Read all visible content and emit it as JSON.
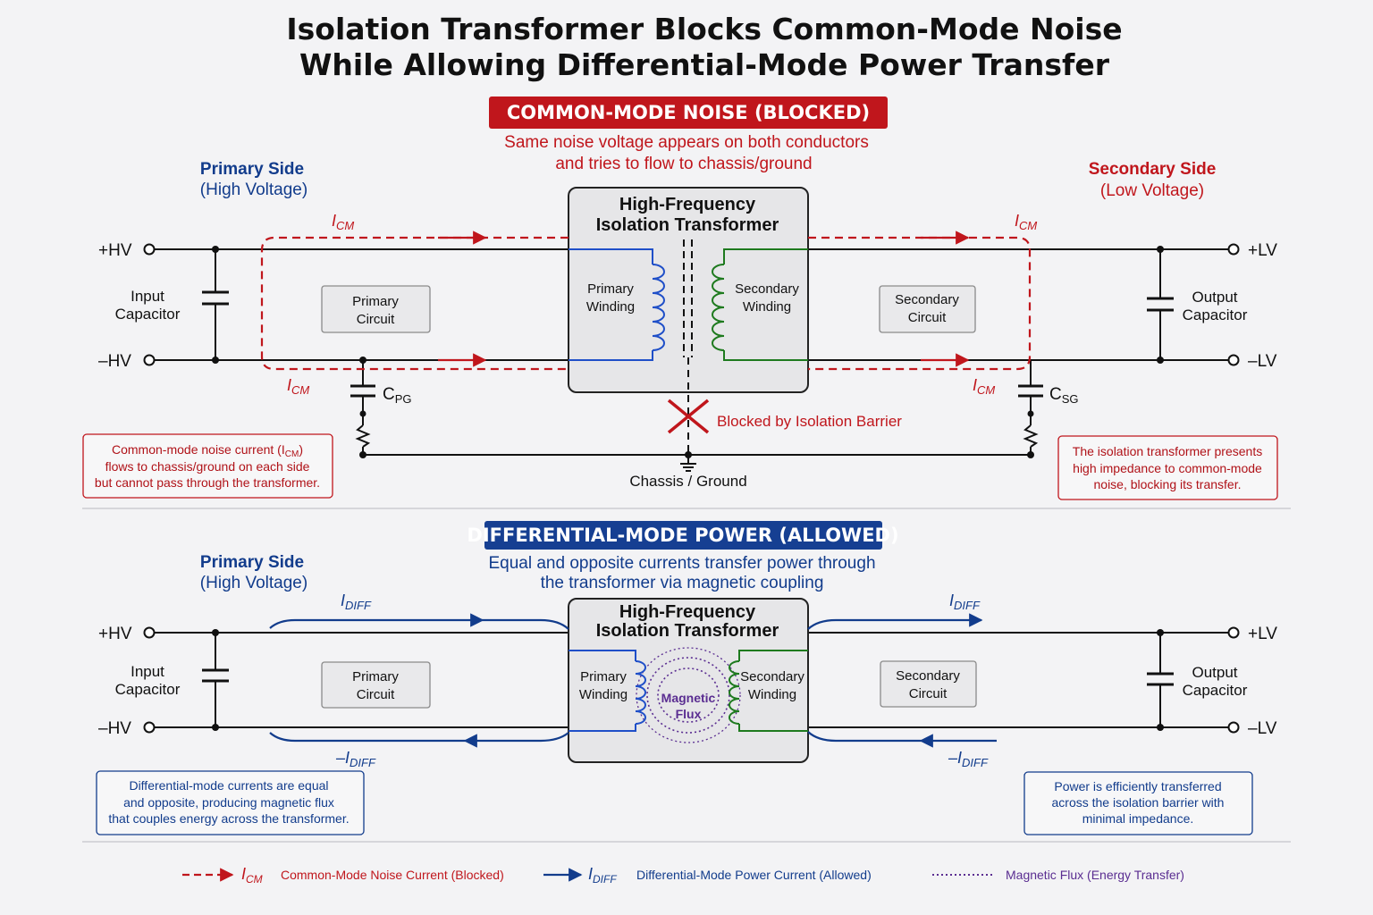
{
  "title_line1": "Isolation Transformer Blocks Common-Mode Noise",
  "title_line2": "While Allowing Differential-Mode Power Transfer",
  "cm": {
    "badge": "COMMON-MODE NOISE (BLOCKED)",
    "desc1": "Same noise voltage appears on both conductors",
    "desc2": "and tries to flow to chassis/ground",
    "primary_side": "Primary Side",
    "primary_sub": "(High Voltage)",
    "secondary_side": "Secondary Side",
    "secondary_sub": "(Low Voltage)",
    "xfmr_l1": "High-Frequency",
    "xfmr_l2": "Isolation Transformer",
    "prim_w1": "Primary",
    "prim_w2": "Winding",
    "sec_w1": "Secondary",
    "sec_w2": "Winding",
    "hv_plus": "+HV",
    "hv_minus": "–HV",
    "lv_plus": "+LV",
    "lv_minus": "–LV",
    "in_cap1": "Input",
    "in_cap2": "Capacitor",
    "out_cap1": "Output",
    "out_cap2": "Capacitor",
    "prim_circ1": "Primary",
    "prim_circ2": "Circuit",
    "sec_circ1": "Secondary",
    "sec_circ2": "Circuit",
    "i_main": "I",
    "i_sub": "CM",
    "cpg_main": "C",
    "cpg_sub": "PG",
    "csg_main": "C",
    "csg_sub": "SG",
    "blocked": "Blocked by Isolation Barrier",
    "ground": "Chassis / Ground",
    "note_left1a": "Common-mode noise current (I",
    "note_left1b": "CM",
    "note_left1c": ")",
    "note_left2": "flows to chassis/ground on each side",
    "note_left3": "but cannot pass through the transformer.",
    "note_right1": "The isolation transformer presents",
    "note_right2": "high impedance to common-mode",
    "note_right3": "noise, blocking its transfer."
  },
  "dm": {
    "badge": "DIFFERENTIAL-MODE POWER (ALLOWED)",
    "desc1": "Equal and opposite currents transfer power through",
    "desc2": "the transformer via magnetic coupling",
    "primary_side": "Primary Side",
    "primary_sub": "(High Voltage)",
    "xfmr_l1": "High-Frequency",
    "xfmr_l2": "Isolation Transformer",
    "prim_w1": "Primary",
    "prim_w2": "Winding",
    "sec_w1": "Secondary",
    "sec_w2": "Winding",
    "flux1": "Magnetic",
    "flux2": "Flux",
    "hv_plus": "+HV",
    "hv_minus": "–HV",
    "lv_plus": "+LV",
    "lv_minus": "–LV",
    "in_cap1": "Input",
    "in_cap2": "Capacitor",
    "out_cap1": "Output",
    "out_cap2": "Capacitor",
    "prim_circ1": "Primary",
    "prim_circ2": "Circuit",
    "sec_circ1": "Secondary",
    "sec_circ2": "Circuit",
    "i_main": "I",
    "i_sub": "DIFF",
    "i_neg_main": "–I",
    "note_left1": "Differential-mode currents are equal",
    "note_left2": "and opposite, producing magnetic flux",
    "note_left3": "that couples energy across the transformer.",
    "note_right1": "Power is efficiently transferred",
    "note_right2": "across the isolation barrier with",
    "note_right3": "minimal impedance."
  },
  "legend": {
    "cm_sym": "I",
    "cm_sub": "CM",
    "cm_text": "Common-Mode Noise Current (Blocked)",
    "diff_sym": "I",
    "diff_sub": "DIFF",
    "diff_text": "Differential-Mode Power Current (Allowed)",
    "flux_text": "Magnetic Flux (Energy Transfer)"
  },
  "colors": {
    "red": "#c0161c",
    "blue": "#123c8c",
    "green": "#1e7a1e",
    "winding_blue": "#1f4fc8",
    "purple": "#5a2d91"
  }
}
